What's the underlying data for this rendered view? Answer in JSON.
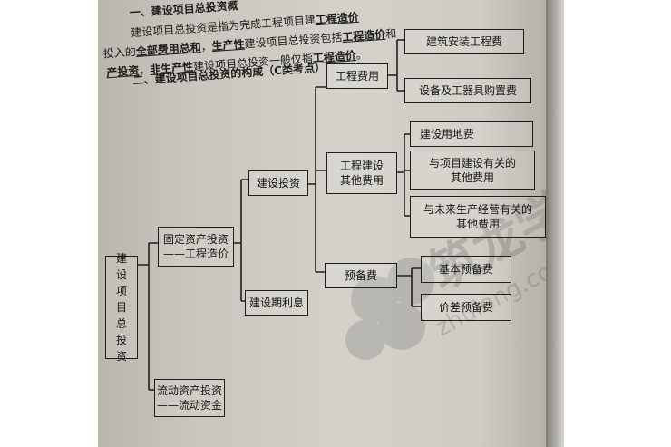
{
  "header": {
    "line1": "一、建设项目总投资概",
    "line2_a": "建设项目总投资是指为完成工程项目建",
    "line2_b": "工程造价",
    "line3_a": "投入的",
    "line3_b": "全部费用总和",
    "line3_c": "，",
    "line3_d": "生产性",
    "line3_e": "建设项目总投资包括",
    "line3_f": "工程造价",
    "line3_g": "和",
    "line4_a": "产投资",
    "line4_b": "，",
    "line4_c": "非生产性",
    "line4_d": "建设项目总投资一般仅指",
    "line4_e": "工程造价",
    "line4_f": "。",
    "section2": "二、建设项目总投资的构成（C类考点）"
  },
  "tree": {
    "root": [
      "建",
      "设",
      "项",
      "目",
      "总",
      "投",
      "资"
    ],
    "fixed_asset_1": "固定资产投资",
    "fixed_asset_2": "——工程造价",
    "current_asset_1": "流动资产投资",
    "current_asset_2": "——流动资金",
    "construction_investment": "建设投资",
    "construction_interest": "建设期利息",
    "engineering_cost": "工程费用",
    "other_cost_1": "工程建设",
    "other_cost_2": "其他费用",
    "reserve_cost": "预备费",
    "building_install": "建筑安装工程费",
    "equipment_purchase": "设备及工器具购置费",
    "land_use": "建设用地费",
    "project_related_1": "与项目建设有关的",
    "project_related_2": "其他费用",
    "future_related_1": "与未来生产经营有关的",
    "future_related_2": "其他费用",
    "basic_reserve": "基本预备费",
    "price_reserve": "价差预备费"
  },
  "watermark": {
    "text": "筑龙学社",
    "subtext": "zhulong.com"
  }
}
